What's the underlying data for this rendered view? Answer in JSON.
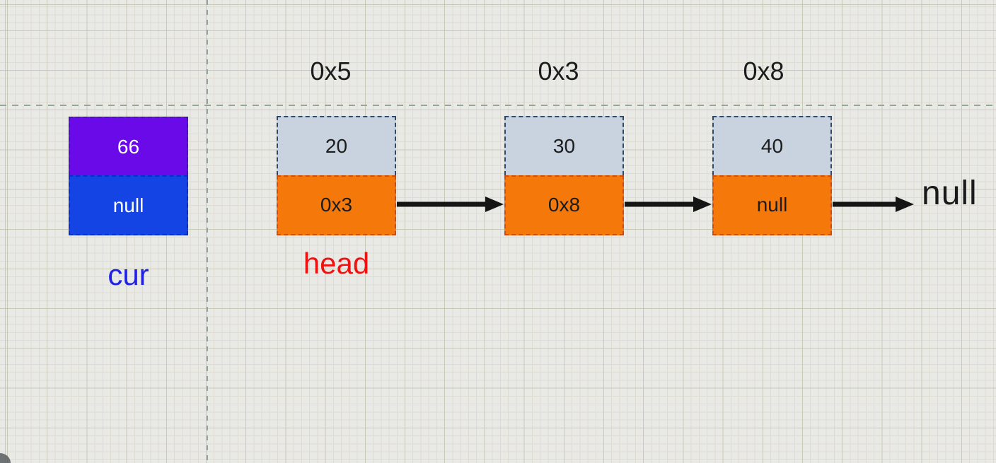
{
  "diagram_type": "singly-linked-list",
  "variables": {
    "cur": {
      "label": "cur",
      "value": "66",
      "next": "null"
    },
    "head": {
      "label": "head"
    }
  },
  "nodes": [
    {
      "address": "0x5",
      "value": "20",
      "next": "0x3"
    },
    {
      "address": "0x3",
      "value": "30",
      "next": "0x8"
    },
    {
      "address": "0x8",
      "value": "40",
      "next": "null"
    }
  ],
  "terminal": {
    "label": "null"
  },
  "colors": {
    "cur_value_fill": "#6a0ae8",
    "cur_next_fill": "#1445e4",
    "node_value_fill": "#c9d3df",
    "node_next_fill": "#f5780a",
    "head_label_color": "#f01111",
    "cur_label_color": "#2121e6",
    "arrow_color": "#151515",
    "canvas_background": "#e9e9e6",
    "grid_major_line": "#c9c9b8",
    "page_boundary_dash": "#96a59b"
  }
}
